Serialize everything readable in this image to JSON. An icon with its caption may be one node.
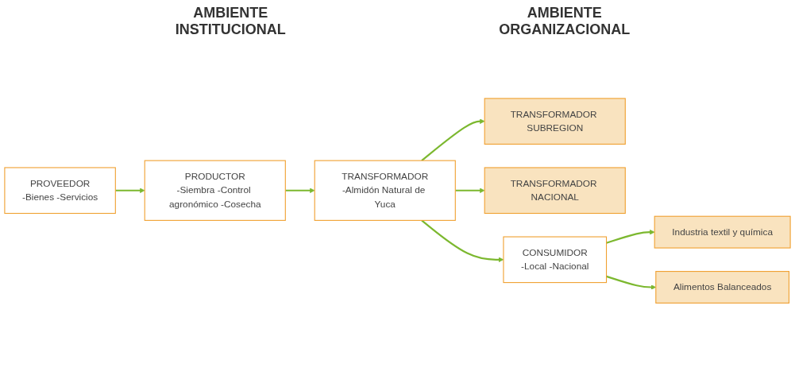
{
  "diagram": {
    "nodes": [
      {
        "text": [
          "PROVEEDOR",
          "-Bienes -Servicios"
        ]
      },
      {
        "text": [
          "PRODUCTOR",
          "-Siembra -Control agronómico -Cosecha"
        ]
      },
      {
        "text": [
          "TRANSFORMADOR",
          "-Almidón Natural de Yuca"
        ]
      },
      {
        "text": [
          "TRANSFORMADOR SUBREGION"
        ]
      },
      {
        "text": [
          "TRANSFORMADOR NACIONAL"
        ]
      },
      {
        "text": [
          "CONSUMIDOR",
          "-Local -Nacional"
        ]
      },
      {
        "text": [
          "Industria textil y química"
        ]
      },
      {
        "text": [
          "Alimentos Balanceados"
        ]
      }
    ],
    "edges": [
      {
        "from": 0,
        "to": 1,
        "arrow": "to"
      },
      {
        "from": 1,
        "to": 2,
        "arrow": "to"
      },
      {
        "from": 2,
        "to": 3,
        "arrow": "to"
      },
      {
        "from": 2,
        "to": 4,
        "arrow": "to"
      },
      {
        "from": 2,
        "to": 5,
        "arrow": "to"
      },
      {
        "from": 5,
        "to": 6,
        "arrow": "to"
      },
      {
        "from": 5,
        "to": 7,
        "arrow": "to"
      }
    ],
    "labels": [
      "AMBIENTE INSTITUCIONAL",
      "AMBIENTE ORGANIZACIONAL"
    ]
  }
}
